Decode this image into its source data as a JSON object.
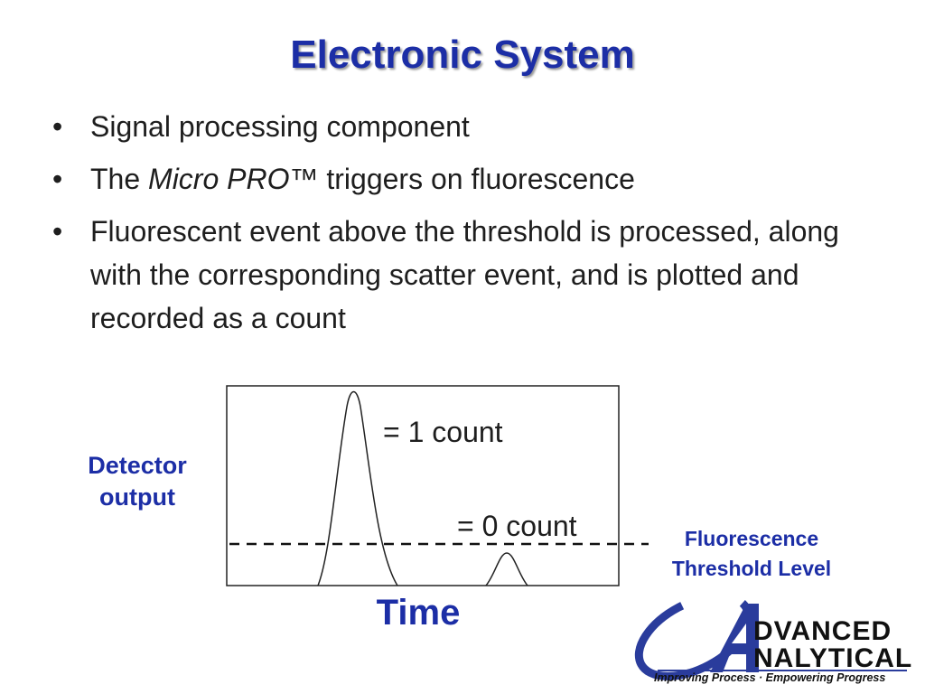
{
  "slide": {
    "title": "Electronic System",
    "bullets": [
      {
        "marker": "•",
        "parts": [
          {
            "text": "Signal processing component",
            "italic": false
          }
        ]
      },
      {
        "marker": "•",
        "parts": [
          {
            "text": "The ",
            "italic": false
          },
          {
            "text": "Micro PRO™",
            "italic": true
          },
          {
            "text": " triggers on fluorescence",
            "italic": false
          }
        ]
      },
      {
        "marker": "•",
        "parts": [
          {
            "text": "Fluorescent event above the threshold is processed, along with the corresponding scatter event, and is plotted and recorded as a count",
            "italic": false
          }
        ]
      }
    ]
  },
  "diagram": {
    "y_label_line1": "Detector",
    "y_label_line2": "output",
    "x_label": "Time",
    "threshold_line1": "Fluorescence",
    "threshold_line2": "Threshold Level",
    "large_peak_label": "= 1 count",
    "small_peak_label": "= 0 count"
  },
  "logo": {
    "word1": "DVANCED",
    "word2": "NALYTICAL",
    "tagline": "Improving Process · Empowering Progress"
  },
  "colors": {
    "title": "#1c2ea6",
    "accent_text": "#1c2ea6",
    "body_text": "#1e1e1e",
    "logo_blue": "#2a3c9c"
  }
}
